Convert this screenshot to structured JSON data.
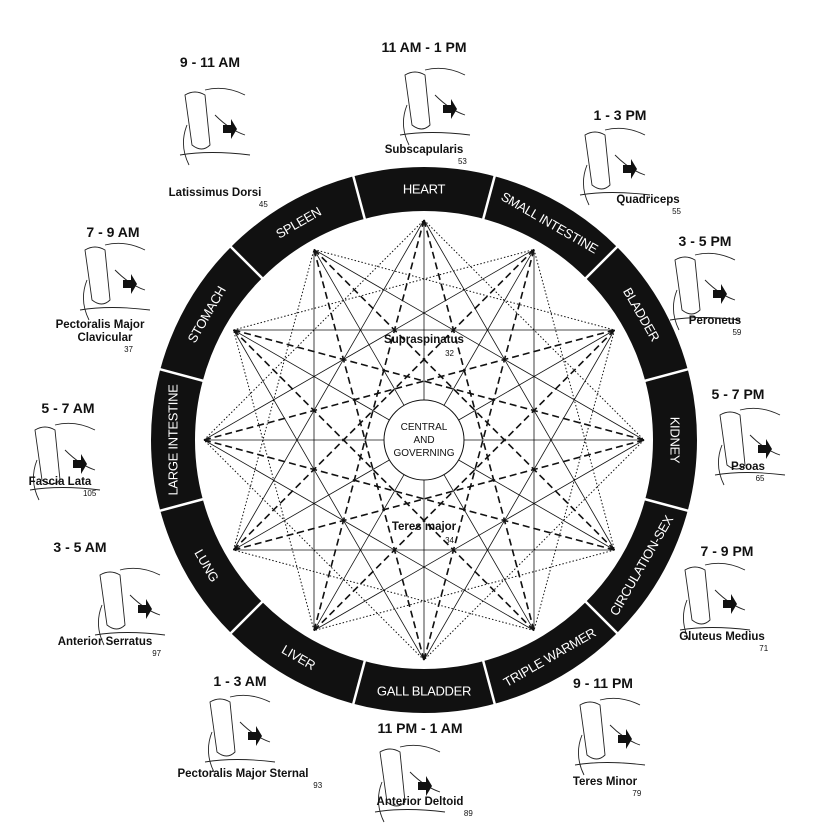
{
  "center": {
    "lines": [
      "CENTRAL",
      "AND",
      "GOVERNING"
    ]
  },
  "organs": [
    "HEART",
    "SMALL INTESTINE",
    "BLADDER",
    "KIDNEY",
    "CIRCULATION-SEX",
    "TRIPLE WARMER",
    "GALL BLADDER",
    "LIVER",
    "LUNG",
    "LARGE INTESTINE",
    "STOMACH",
    "SPLEEN"
  ],
  "inner_muscles": [
    {
      "name": "Supraspinatus",
      "number": "32"
    },
    {
      "name": "Teres major",
      "number": "34"
    }
  ],
  "meridian_muscles": [
    {
      "time": "11 AM - 1 PM",
      "muscle": "Subscapularis",
      "number": "53"
    },
    {
      "time": "1 - 3 PM",
      "muscle": "Quadriceps",
      "number": "55"
    },
    {
      "time": "3 - 5 PM",
      "muscle": "Peroneus",
      "number": "59"
    },
    {
      "time": "5 - 7 PM",
      "muscle": "Psoas",
      "number": "65"
    },
    {
      "time": "7 - 9 PM",
      "muscle": "Gluteus Medius",
      "number": "71"
    },
    {
      "time": "9 - 11 PM",
      "muscle": "Teres Minor",
      "number": "79"
    },
    {
      "time": "11 PM - 1 AM",
      "muscle": "Anterior Deltoid",
      "number": "89"
    },
    {
      "time": "1 - 3 AM",
      "muscle": "Pectoralis Major Sternal",
      "number": "93"
    },
    {
      "time": "3 - 5 AM",
      "muscle": "Anterior Serratus",
      "number": "97"
    },
    {
      "time": "5 - 7 AM",
      "muscle": "Fascia Lata",
      "number": "105"
    },
    {
      "time": "7 - 9 AM",
      "muscle": "Pectoralis Major",
      "muscle_line2": "Clavicular",
      "number": "37"
    },
    {
      "time": "9 - 11 AM",
      "muscle": "Latissimus Dorsi",
      "number": "45"
    }
  ]
}
